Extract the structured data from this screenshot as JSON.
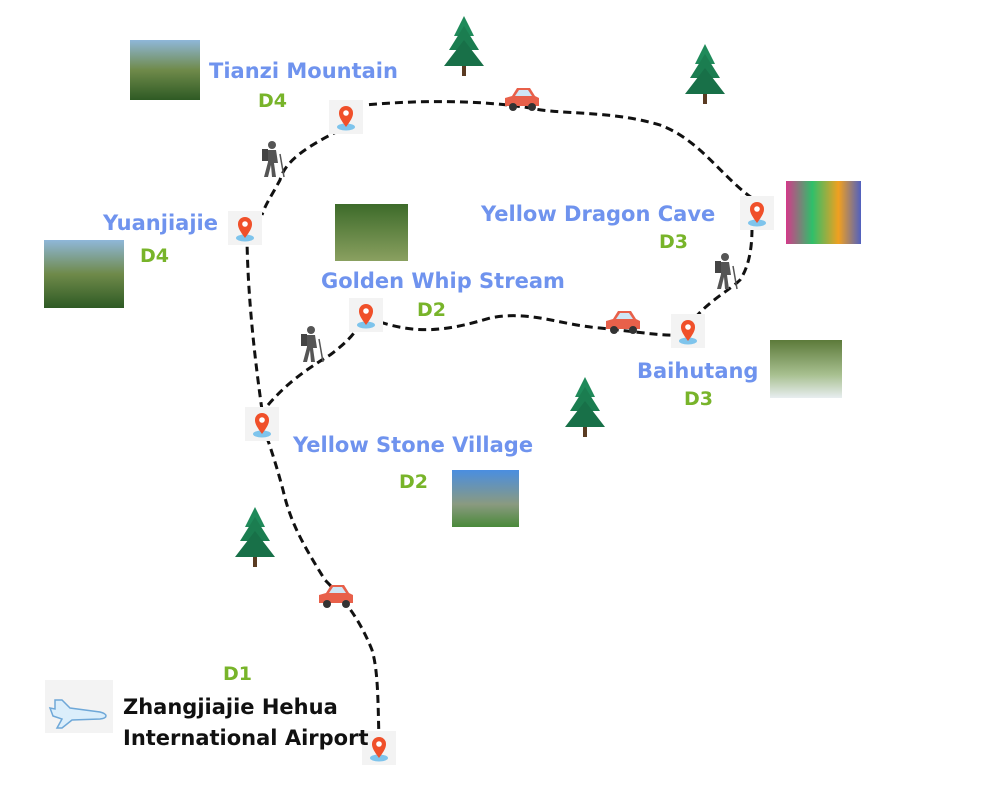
{
  "places": {
    "tianzi": {
      "name": "Tianzi Mountain",
      "day": "D4"
    },
    "yuanjiajie": {
      "name": "Yuanjiajie",
      "day": "D4"
    },
    "golden_whip": {
      "name": "Golden Whip Stream",
      "day": "D2"
    },
    "yellow_dragon": {
      "name": "Yellow Dragon Cave",
      "day": "D3"
    },
    "baihutang": {
      "name": "Baihutang",
      "day": "D3"
    },
    "yellow_stone": {
      "name": "Yellow Stone Village",
      "day": "D2"
    },
    "airport": {
      "line1": "Zhangjiajie Hehua",
      "line2": "International Airport",
      "day": "D1"
    }
  },
  "colors": {
    "place": "#6f93ee",
    "day": "#78b42a",
    "pin": "#f0502a",
    "car": "#e8604a",
    "tree": "#1f8a5a"
  }
}
